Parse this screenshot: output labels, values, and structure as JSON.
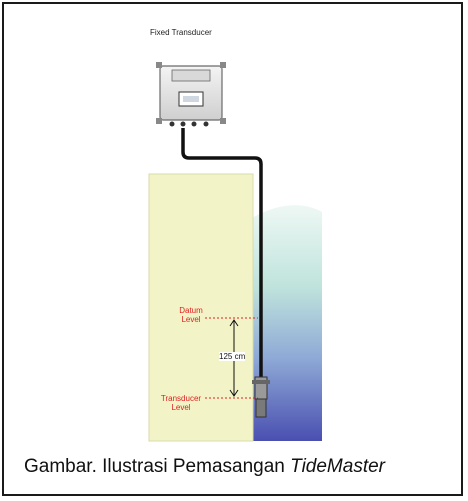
{
  "diagram": {
    "device_title": "Fixed Transducer",
    "datum_label_1": "Datum",
    "datum_label_2": "Level",
    "transducer_label_1": "Transducer",
    "transducer_label_2": "Level",
    "distance_label": "125 cm",
    "colors": {
      "wall": "#f2f4c8",
      "water_top": "#e4f3ee",
      "water_mid": "#b8e0d8",
      "water_bottom": "#4a4fb0",
      "cable": "#111111",
      "label_red": "#e02020"
    }
  },
  "caption": {
    "prefix": "Gambar. Ilustrasi Pemasangan ",
    "italic": "TideMaster"
  }
}
